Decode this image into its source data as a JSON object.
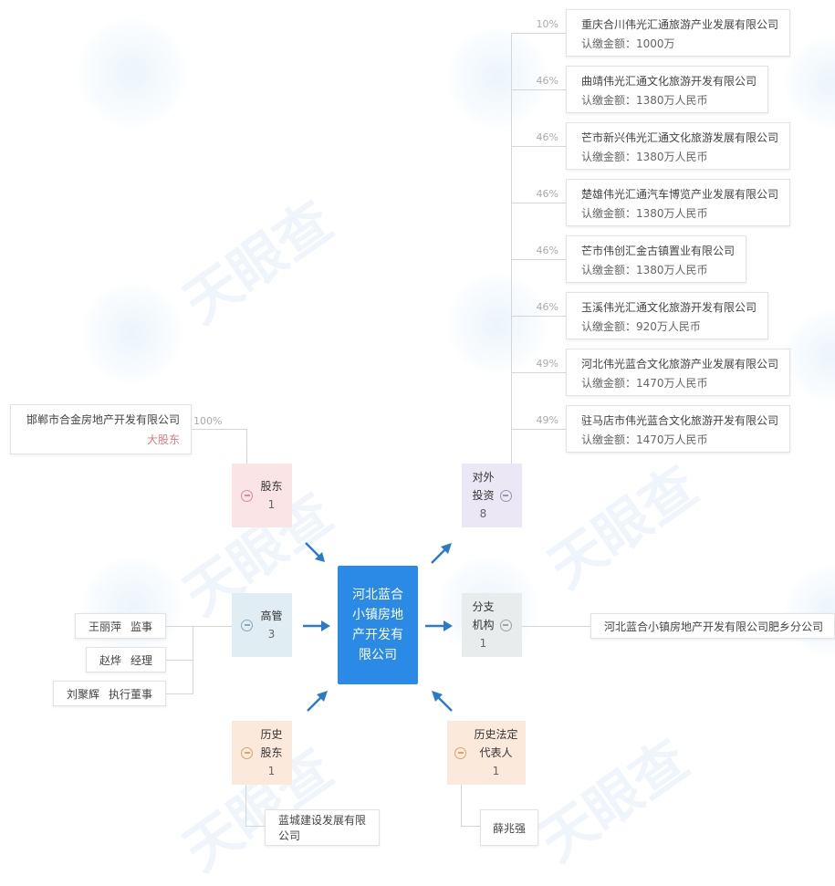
{
  "center": {
    "name": "河北蓝合小镇房地产开发有限公司"
  },
  "categories": {
    "shareholders": {
      "label": "股东",
      "count": "1",
      "bg": "#fbe4e6",
      "icon_color": "#d98a92"
    },
    "executives": {
      "label": "高管",
      "count": "3",
      "bg": "#e0eef4",
      "icon_color": "#8aa7b8"
    },
    "investments": {
      "label": "对外投资",
      "label_line1": "对外",
      "label_line2": "投资",
      "count": "8",
      "bg": "#ece7f4",
      "icon_color": "#9c93b0"
    },
    "branches": {
      "label": "分支机构",
      "label_line1": "分支",
      "label_line2": "机构",
      "count": "1",
      "bg": "#e9ecec",
      "icon_color": "#9aa5a5"
    },
    "history_shareholders": {
      "label": "历史股东",
      "label_line1": "历史",
      "label_line2": "股东",
      "count": "1",
      "bg": "#fbe9dc",
      "icon_color": "#d9a56a"
    },
    "history_legal_rep": {
      "label": "历史法定代表人",
      "label_line1": "历史法定",
      "label_line2": "代表人",
      "count": "1",
      "bg": "#fbe9dc",
      "icon_color": "#d9a56a"
    }
  },
  "shareholders": [
    {
      "name": "邯郸市合金房地产开发有限公司",
      "tag": "大股东",
      "percent": "100%"
    }
  ],
  "executives": [
    {
      "name": "王丽萍",
      "role": "监事"
    },
    {
      "name": "赵烨",
      "role": "经理"
    },
    {
      "name": "刘聚辉",
      "role": "执行董事"
    }
  ],
  "investments": [
    {
      "percent": "10%",
      "name": "重庆合川伟光汇通旅游产业发展有限公司",
      "amount": "认缴金额：1000万"
    },
    {
      "percent": "46%",
      "name": "曲靖伟光汇通文化旅游开发有限公司",
      "amount": "认缴金额：1380万人民币"
    },
    {
      "percent": "46%",
      "name": "芒市新兴伟光汇通文化旅游发展有限公司",
      "amount": "认缴金额：1380万人民币"
    },
    {
      "percent": "46%",
      "name": "楚雄伟光汇通汽车博览产业发展有限公司",
      "amount": "认缴金额：1380万人民币"
    },
    {
      "percent": "46%",
      "name": "芒市伟创汇金古镇置业有限公司",
      "amount": "认缴金额：1380万人民币"
    },
    {
      "percent": "46%",
      "name": "玉溪伟光汇通文化旅游开发有限公司",
      "amount": "认缴金额：920万人民币"
    },
    {
      "percent": "49%",
      "name": "河北伟光蓝合文化旅游产业发展有限公司",
      "amount": "认缴金额：1470万人民币"
    },
    {
      "percent": "49%",
      "name": "驻马店市伟光蓝合文化旅游开发有限公司",
      "amount": "认缴金额：1470万人民币"
    }
  ],
  "branches": [
    {
      "name": "河北蓝合小镇房地产开发有限公司肥乡分公司"
    }
  ],
  "history_shareholders": [
    {
      "name": "蓝城建设发展有限公司"
    }
  ],
  "history_legal_reps": [
    {
      "name": "薛兆强"
    }
  ],
  "watermark": "天眼查",
  "colors": {
    "center": "#2b8ae6",
    "arrow": "#2a7bc8",
    "line": "#d6d6d6",
    "tag": "#e07b7b"
  }
}
